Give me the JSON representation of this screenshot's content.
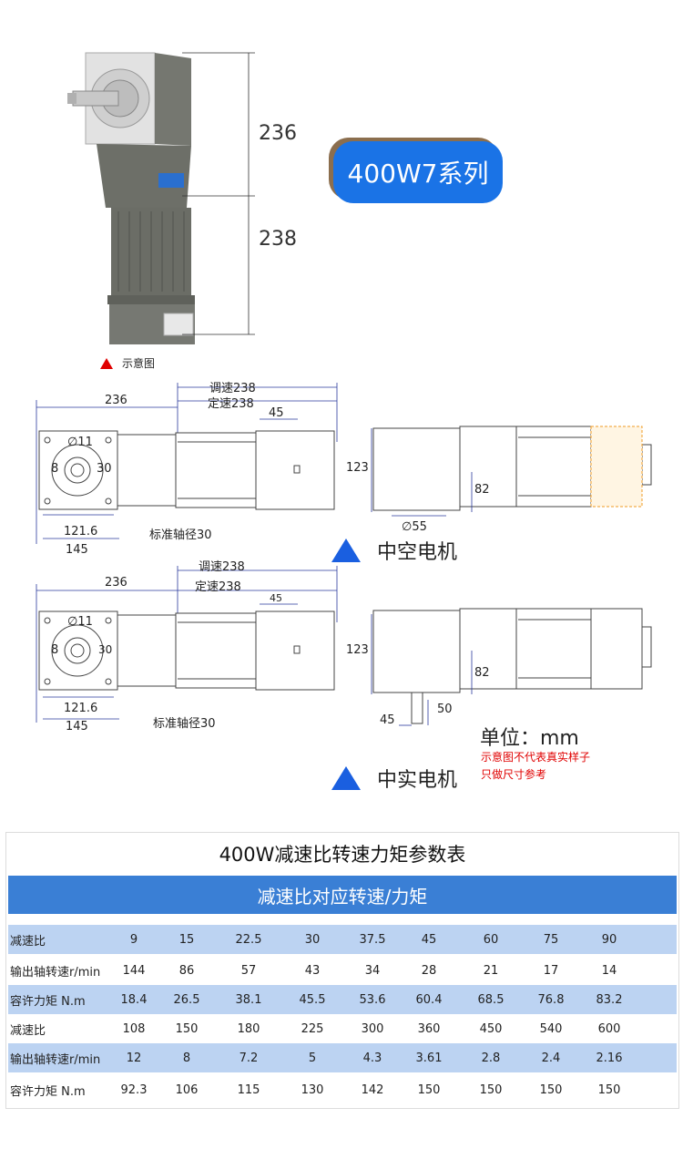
{
  "header": {
    "dim_upper": "236",
    "dim_lower": "238",
    "series": "400W7系列",
    "photo_caption": "示意图"
  },
  "hollow_drawing": {
    "dim_length": "236",
    "dim_adjustable": "调速238",
    "dim_fixed": "定速238",
    "dim_45": "45",
    "dim_phi11": "∅11",
    "dim_8": "8",
    "dim_30": "30",
    "dim_121_6": "121.6",
    "dim_145": "145",
    "shaft_note": "标准轴径30",
    "dim_123": "123",
    "dim_82": "82",
    "dim_phi55": "∅55",
    "label": "中空电机"
  },
  "solid_drawing": {
    "dim_length": "236",
    "dim_adjustable": "调速238",
    "dim_fixed": "定速238",
    "dim_45": "45",
    "dim_phi11": "∅11",
    "dim_8": "8",
    "dim_30": "30",
    "dim_121_6": "121.6",
    "dim_145": "145",
    "shaft_note": "标准轴径30",
    "dim_123": "123",
    "dim_82": "82",
    "dim_50": "50",
    "dim_45b": "45",
    "label": "中实电机"
  },
  "unit": {
    "text": "单位：mm",
    "note_line1": "示意图不代表真实样子",
    "note_line2": "只做尺寸参考"
  },
  "table": {
    "title": "400W减速比转速力矩参数表",
    "header": "减速比对应转速/力矩",
    "rows": [
      {
        "label": "减速比",
        "values": [
          "9",
          "15",
          "22.5",
          "30",
          "37.5",
          "45",
          "60",
          "75",
          "90"
        ]
      },
      {
        "label": "输出轴转速r/min",
        "values": [
          "144",
          "86",
          "57",
          "43",
          "34",
          "28",
          "21",
          "17",
          "14"
        ]
      },
      {
        "label": "容许力矩 N.m",
        "values": [
          "18.4",
          "26.5",
          "38.1",
          "45.5",
          "53.6",
          "60.4",
          "68.5",
          "76.8",
          "83.2"
        ]
      },
      {
        "label": "减速比",
        "values": [
          "108",
          "150",
          "180",
          "225",
          "300",
          "360",
          "450",
          "540",
          "600"
        ]
      },
      {
        "label": "输出轴转速r/min",
        "values": [
          "12",
          "8",
          "7.2",
          "5",
          "4.3",
          "3.61",
          "2.8",
          "2.4",
          "2.16"
        ]
      },
      {
        "label": "容许力矩 N.m",
        "values": [
          "92.3",
          "106",
          "115",
          "130",
          "142",
          "150",
          "150",
          "150",
          "150"
        ]
      }
    ]
  },
  "colors": {
    "accent_blue": "#1a73e6",
    "table_header": "#3a7fd5",
    "row_shade": "#bcd3f2",
    "red": "#e00000",
    "dim_line": "#2a3a9c"
  }
}
